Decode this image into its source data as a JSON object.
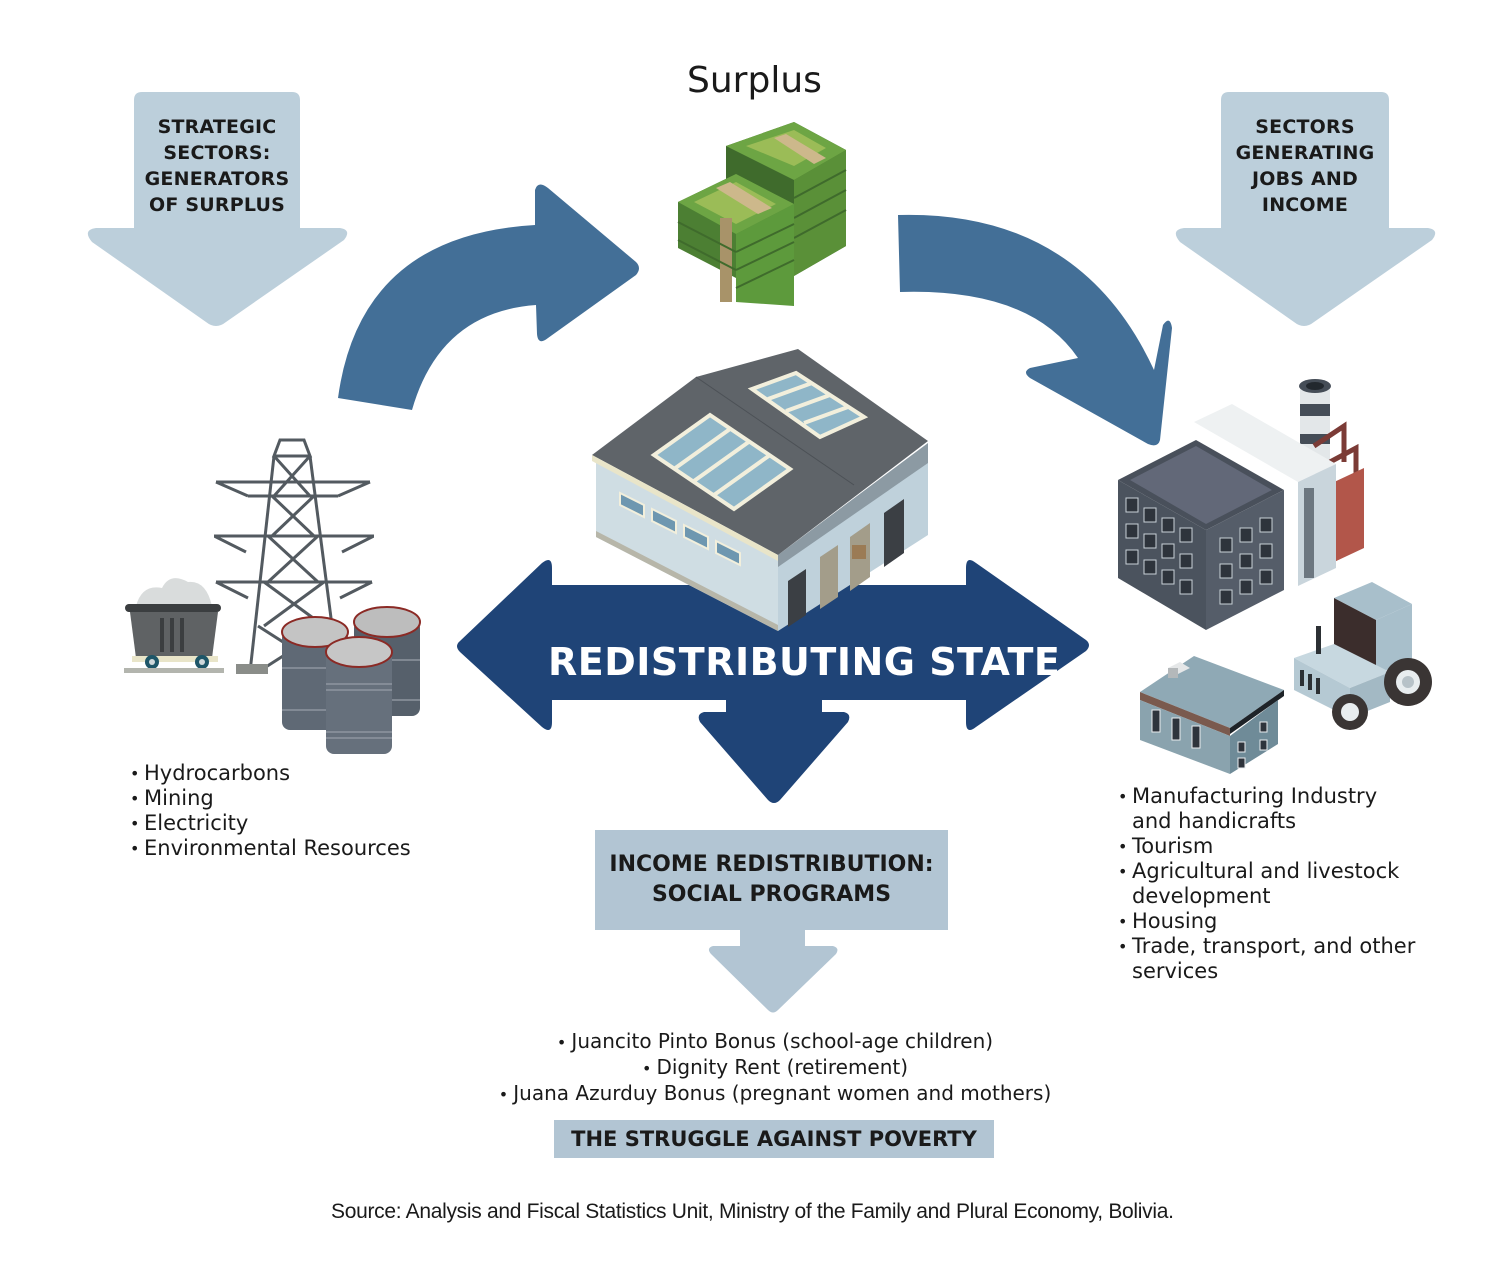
{
  "title": "Surplus",
  "colors": {
    "light_arrow": "#bccfdb",
    "curved_arrow": "#436f97",
    "state_arrow": "#1f4477",
    "box": "#b2c5d3",
    "money_green": "#5d9a3c",
    "money_band": "#cdb88b"
  },
  "left_arrow": {
    "lines": [
      "STRATEGIC",
      "SECTORS:",
      "GENERATORS",
      "OF SURPLUS"
    ]
  },
  "right_arrow": {
    "lines": [
      "SECTORS",
      "GENERATING",
      "JOBS AND",
      "INCOME"
    ]
  },
  "center": {
    "label": "REDISTRIBUTING STATE"
  },
  "strategic_sectors": {
    "items": [
      "Hydrocarbons",
      "Mining",
      "Electricity",
      "Environmental Resources"
    ]
  },
  "job_sectors": {
    "items": [
      {
        "line1": "Manufacturing Industry",
        "line2": "and handicrafts"
      },
      {
        "line1": "Tourism",
        "line2": ""
      },
      {
        "line1": "Agricultural and livestock",
        "line2": "development"
      },
      {
        "line1": "Housing",
        "line2": ""
      },
      {
        "line1": "Trade, transport, and other",
        "line2": "services"
      }
    ]
  },
  "redistribution_box": {
    "line1": "INCOME REDISTRIBUTION:",
    "line2": "SOCIAL PROGRAMS"
  },
  "social_programs": {
    "items": [
      "Juancito Pinto Bonus (school-age children)",
      "Dignity Rent (retirement)",
      "Juana Azurduy Bonus (pregnant women and mothers)"
    ]
  },
  "poverty_banner": "THE STRUGGLE AGAINST POVERTY",
  "icons": {
    "money": "money-stack-icon",
    "warehouse": "state-building-icon",
    "tower": "power-tower-icon",
    "cart": "mining-cart-icon",
    "barrels": "oil-barrels-icon",
    "factory": "factory-icon",
    "house": "house-icon",
    "tractor": "tractor-icon"
  },
  "source": "Source: Analysis and Fiscal Statistics Unit, Ministry of the Family and Plural Economy, Bolivia."
}
